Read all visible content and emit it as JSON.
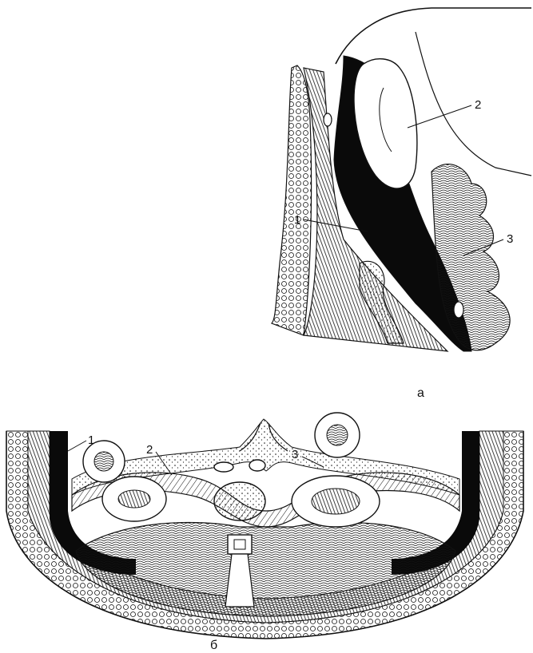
{
  "figure_a": {
    "caption": "а",
    "labels": [
      "1",
      "2",
      "3"
    ]
  },
  "figure_b": {
    "caption": "б",
    "labels": [
      "1",
      "2",
      "3"
    ]
  },
  "colors": {
    "ink": "#111111",
    "fill_dark": "#0a0a0a",
    "paper": "#ffffff"
  }
}
